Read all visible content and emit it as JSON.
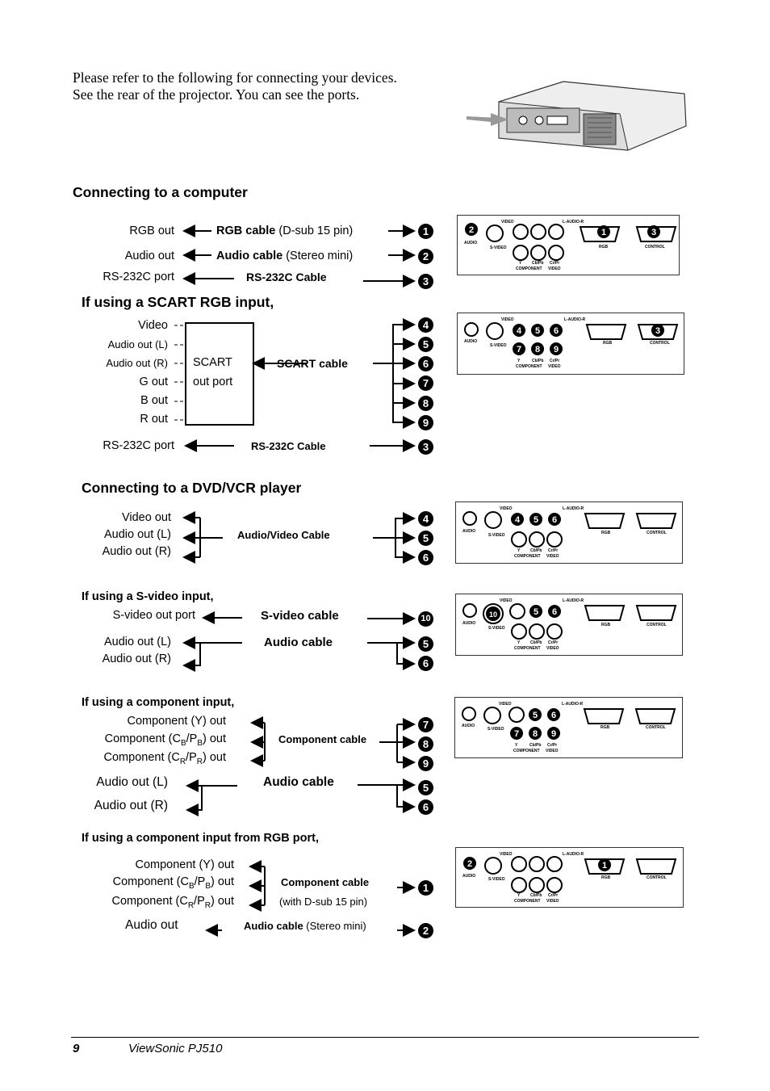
{
  "intro": {
    "line1": "Please refer to the following for connecting your devices.",
    "line2": "See the rear of the projector. You can see the ports."
  },
  "sections": {
    "computer": {
      "title": "Connecting to a computer",
      "rows": [
        {
          "label": "RGB out",
          "cable_bold": "RGB cable",
          "cable_rest": " (D-sub 15 pin)",
          "num": "1"
        },
        {
          "label": "Audio out",
          "cable_bold": "Audio cable",
          "cable_rest": " (Stereo mini)",
          "num": "2"
        },
        {
          "label": "RS-232C port",
          "cable_bold": "RS-232C Cable",
          "cable_rest": "",
          "num": "3"
        }
      ]
    },
    "scart": {
      "title": "If using a SCART RGB input,",
      "outputs": [
        "Video",
        "Audio out (L)",
        "Audio out (R)",
        "G out",
        "B out",
        "R out"
      ],
      "box_line1": "SCART",
      "box_line2": "out port",
      "cable": "SCART cable",
      "nums": [
        "4",
        "5",
        "6",
        "7",
        "8",
        "9"
      ],
      "rs_label": "RS-232C port",
      "rs_cable": "RS-232C Cable",
      "rs_num": "3"
    },
    "dvd": {
      "title": "Connecting to a DVD/VCR player",
      "outputs": [
        "Video out",
        "Audio out (L)",
        "Audio out (R)"
      ],
      "cable": "Audio/Video Cable",
      "nums": [
        "4",
        "5",
        "6"
      ]
    },
    "svideo": {
      "title": "If using a S-video input,",
      "svideo_label": "S-video out port",
      "svideo_cable": "S-video cable",
      "svideo_num": "10",
      "audio_outputs": [
        "Audio out (L)",
        "Audio out (R)"
      ],
      "audio_cable": "Audio cable",
      "audio_nums": [
        "5",
        "6"
      ]
    },
    "component": {
      "title": "If using a component input,",
      "outputs": [
        "Component (Y) out",
        "Component (C",
        "B",
        "/P",
        "B",
        ") out",
        "Component (C",
        "R",
        "/P",
        "R",
        ") out"
      ],
      "cable": "Component cable",
      "nums": [
        "7",
        "8",
        "9"
      ],
      "audio_outputs": [
        "Audio out (L)",
        "Audio out (R)"
      ],
      "audio_cable": "Audio cable",
      "audio_nums": [
        "5",
        "6"
      ]
    },
    "component_rgb": {
      "title": "If using a component input from RGB port,",
      "y_out": "Component (Y) out",
      "cable": "Component cable",
      "cable_note": "(with D-sub 15 pin)",
      "num": "1",
      "audio_label": "Audio out",
      "audio_cable_bold": "Audio cable",
      "audio_cable_rest": " (Stereo mini)",
      "audio_num": "2"
    }
  },
  "panel": {
    "video": "VIDEO",
    "l_audio_r": "L-AUDIO-R",
    "audio": "AUDIO",
    "s_video": "S-VIDEO",
    "y": "Y",
    "cb_pb": "Cb/Pb",
    "cr_pr": "Cr/Pr",
    "component": "COMPONENT",
    "video_small": "VIDEO",
    "rgb": "RGB",
    "control": "CONTROL"
  },
  "footer": {
    "page": "9",
    "product": "ViewSonic  PJ510"
  }
}
